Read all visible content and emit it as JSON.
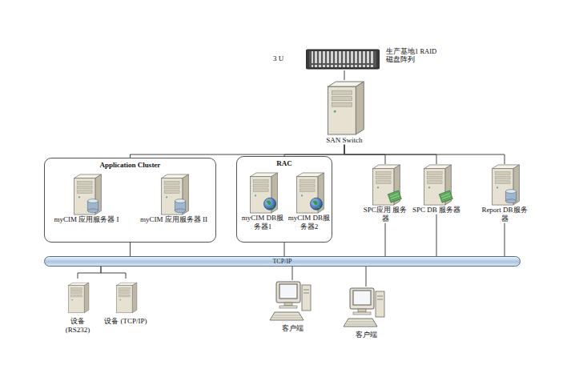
{
  "diagram": {
    "nodes": [
      {
        "text": [
          "生产基地1 RAID 磁盘阵列"
        ]
      },
      {
        "text": [
          "SAN Switch"
        ]
      },
      {
        "text": [
          "Application Cluster"
        ]
      },
      {
        "text": [
          "myCIM 应用服务器 I"
        ],
        "in": 2
      },
      {
        "text": [
          "myCIM 应用服务器 II"
        ],
        "in": 2
      },
      {
        "text": [
          "RAC"
        ]
      },
      {
        "text": [
          "myCIM DB服务器1"
        ],
        "in": 5
      },
      {
        "text": [
          "myCIM DB服务器2"
        ],
        "in": 5
      },
      {
        "text": [
          "SPC应用 服务器"
        ]
      },
      {
        "text": [
          "SPC DB 服务器"
        ]
      },
      {
        "text": [
          "Report DB服务器"
        ]
      },
      {
        "text": [
          "TCP/IP"
        ]
      },
      {
        "text": [
          "设备 (RS232)"
        ]
      },
      {
        "text": [
          "设备 (TCP/IP)"
        ]
      },
      {
        "text": [
          "客户端"
        ]
      },
      {
        "text": [
          "客户端"
        ]
      }
    ],
    "edges": [
      {
        "from": 0,
        "to": 1,
        "arrow": "none"
      },
      {
        "from": 1,
        "to": 2,
        "arrow": "none"
      },
      {
        "from": 1,
        "to": 5,
        "arrow": "none"
      },
      {
        "from": 1,
        "to": 8,
        "arrow": "none"
      },
      {
        "from": 1,
        "to": 9,
        "arrow": "none"
      },
      {
        "from": 1,
        "to": 10,
        "arrow": "none"
      },
      {
        "from": 3,
        "to": 4,
        "arrow": "none"
      },
      {
        "from": 2,
        "to": 11,
        "arrow": "none"
      },
      {
        "from": 5,
        "to": 11,
        "arrow": "none"
      },
      {
        "from": 8,
        "to": 11,
        "arrow": "none"
      },
      {
        "from": 9,
        "to": 11,
        "arrow": "none"
      },
      {
        "from": 10,
        "to": 11,
        "arrow": "none"
      },
      {
        "from": 11,
        "to": 12,
        "arrow": "none"
      },
      {
        "from": 11,
        "to": 13,
        "arrow": "none"
      },
      {
        "from": 11,
        "to": 14,
        "arrow": "none"
      },
      {
        "from": 11,
        "to": 15,
        "arrow": "none"
      }
    ],
    "labels": [
      "3 U"
    ]
  }
}
